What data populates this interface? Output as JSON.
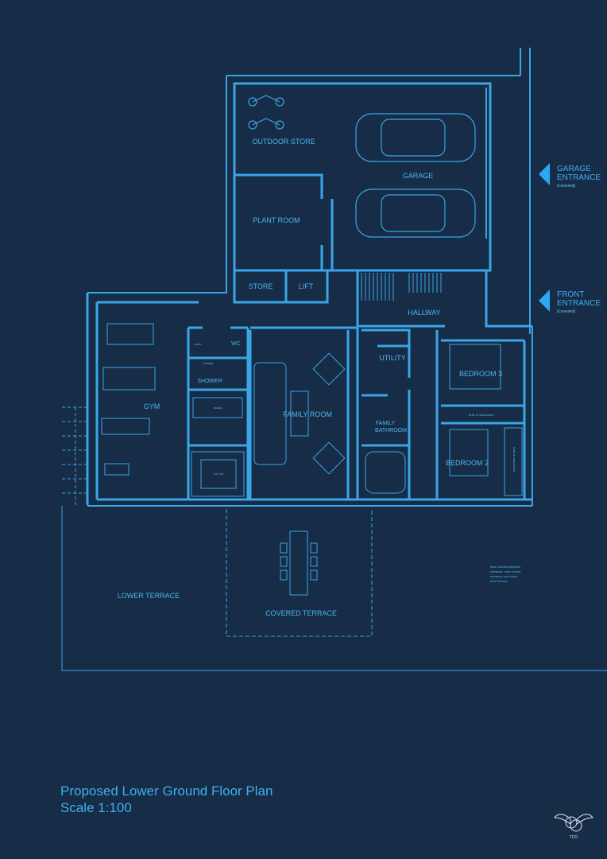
{
  "title": "Proposed Lower Ground Floor Plan",
  "scale": "Scale 1:100",
  "colors": {
    "background": "#162c47",
    "wall": "#3aa6e6",
    "accent": "#2aa8f2"
  },
  "rooms": {
    "outdoor_store": "OUTDOOR STORE",
    "garage": "GARAGE",
    "plant_room": "PLANT ROOM",
    "store": "STORE",
    "lift": "LIFT",
    "hallway": "HALLWAY",
    "gym": "GYM",
    "wc": "WC",
    "shower": "SHOWER",
    "family_room": "FAMILY ROOM",
    "utility": "UTILITY",
    "family_bathroom_1": "FAMILY",
    "family_bathroom_2": "BATHROOM",
    "bedroom3": "BEDROOM 3",
    "bedroom2": "BEDROOM 2",
    "lower_terrace": "LOWER TERRACE",
    "covered_terrace": "COVERED TERRACE"
  },
  "small_labels": {
    "store_small": "store",
    "change": "change",
    "sauna": "sauna",
    "hot_tub": "hot tub",
    "built_in_wardrobes": "built-in wardrobes",
    "built_in_wardrobes_2": "built-in wardrobes",
    "note_1": "level access between",
    "note_2": "entrance, main house",
    "note_3": "entrance and lower",
    "note_4": "level terrace"
  },
  "entrances": {
    "garage_1": "GARAGE",
    "garage_2": "ENTRANCE",
    "garage_sub": "(covered)",
    "front_1": "FRONT",
    "front_2": "ENTRANCE",
    "front_sub": "(covered)"
  },
  "logo": {
    "monogram": "TCO"
  }
}
